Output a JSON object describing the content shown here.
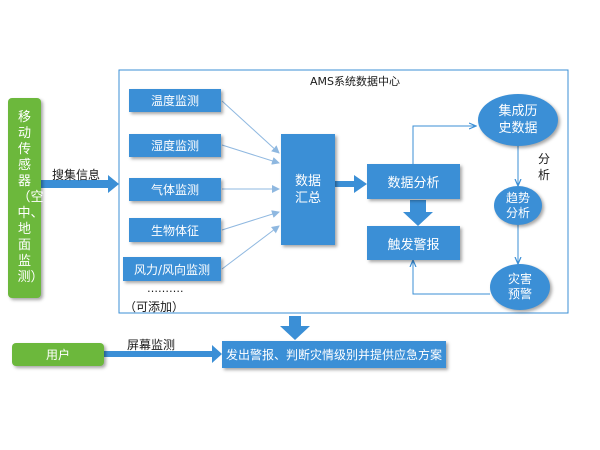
{
  "center_title": "AMS系统数据中心",
  "mobile_sensor_label": "移动传感器（空中、地面监测）",
  "collect_label": "搜集信息",
  "monitors": [
    "温度监测",
    "湿度监测",
    "气体监测",
    "生物体征",
    "风力/风向监测"
  ],
  "dots": "……….",
  "addable": "（可添加）",
  "data_summary": "数据汇总",
  "data_analysis": "数据分析",
  "trigger_alarm": "触发警报",
  "ellipses": {
    "history": "集成历史数据",
    "trend": "趋势分析",
    "disaster": "灾害预警"
  },
  "analysis_side_label": "分析",
  "user_label": "用户",
  "screen_monitor_label": "屏幕监测",
  "output_label": "发出警报、判断灾情级别并提供应急方案",
  "colors": {
    "blue": "#3b8fd6",
    "green": "#6cb83c",
    "connector": "#8fb8e0"
  }
}
